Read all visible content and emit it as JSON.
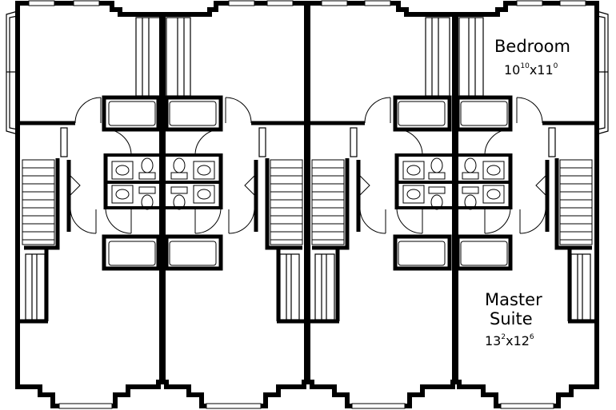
{
  "plan": {
    "bedroom": {
      "name": "Bedroom",
      "dim_a": "10",
      "dim_a_sup": "10",
      "dim_x": "x",
      "dim_b": "11",
      "dim_b_sup": "0"
    },
    "master_suite": {
      "name_line1": "Master",
      "name_line2": "Suite",
      "dim_a": "13",
      "dim_a_sup": "2",
      "dim_x": "x",
      "dim_b": "12",
      "dim_b_sup": "6"
    },
    "colors": {
      "wall": "#000000",
      "background": "#ffffff",
      "fixture_stroke": "#000000"
    }
  }
}
